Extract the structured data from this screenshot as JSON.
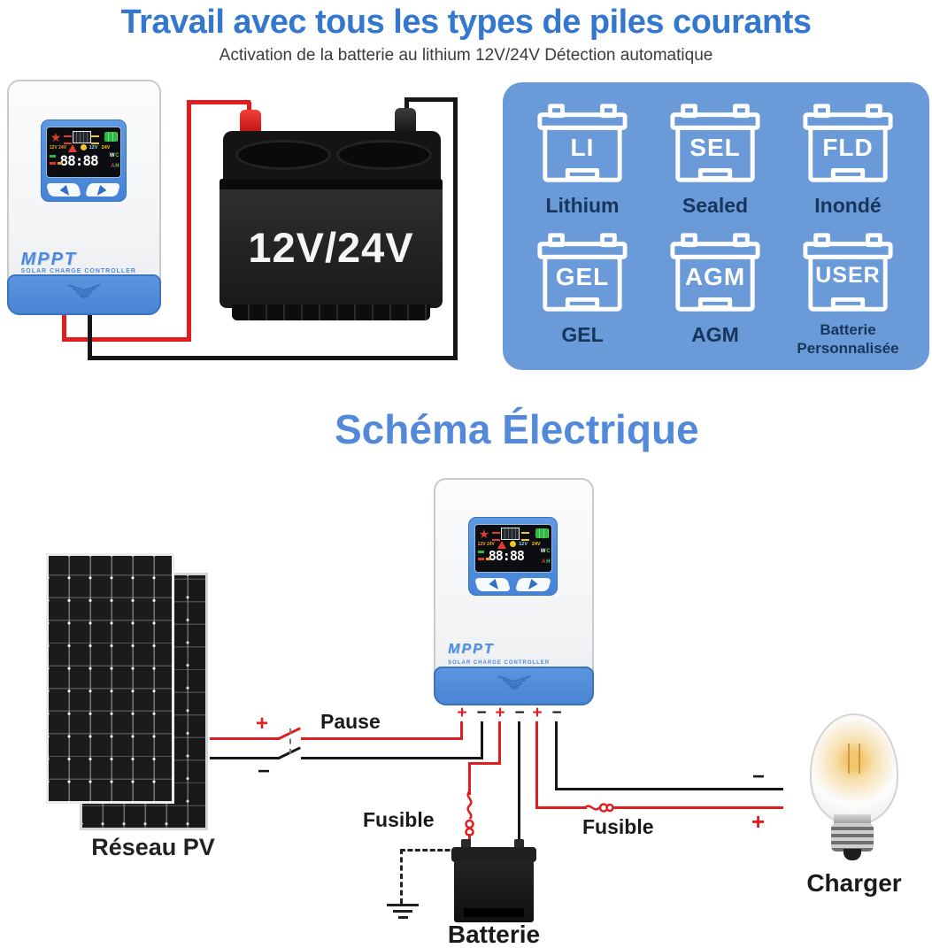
{
  "header": {
    "title": "Travail avec tous les types de piles courants",
    "subtitle": "Activation de la batterie au lithium 12V/24V Détection automatique"
  },
  "controller": {
    "brand": "MPPT",
    "brand_sub": "SOLAR CHARGE CONTROLLER",
    "lcd": {
      "time": "88:88",
      "volt_labels": "12V 24V",
      "v12": "12V",
      "v24": "24V",
      "w": "W",
      "c": "C",
      "a": "A",
      "h": "H"
    }
  },
  "battery_main": {
    "label": "12V/24V"
  },
  "battery_types": {
    "items": [
      {
        "code": "LI",
        "label": "Lithium"
      },
      {
        "code": "SEL",
        "label": "Sealed"
      },
      {
        "code": "FLD",
        "label": "Inondé"
      },
      {
        "code": "GEL",
        "label": "GEL"
      },
      {
        "code": "AGM",
        "label": "AGM"
      },
      {
        "code": "USER",
        "label": "Batterie Personnalisée"
      }
    ]
  },
  "schematic": {
    "title": "Schéma Électrique",
    "pv_label": "Réseau PV",
    "pause_label": "Pause",
    "fuse1_label": "Fusible",
    "fuse2_label": "Fusible",
    "battery_label": "Batterie",
    "charger_label": "Charger",
    "pv_plus": "+",
    "pv_minus": "−",
    "load_plus": "+",
    "load_minus": "−",
    "terminals": [
      "+",
      "−",
      "+",
      "−",
      "+",
      "−"
    ]
  },
  "icons": {
    "sun-icon": "red star (solar input)",
    "solar-panel-icon": "PV module glyph",
    "battery-level-icon": "green battery gauge",
    "warning-icon": "red triangle",
    "bulb-icon": "load indicator",
    "left-arrow-button": "◀",
    "right-arrow-button": "▶",
    "vent-icon": "chevron vent",
    "ground-icon": "earth ground",
    "fuse-icon": "inline fuse loop"
  },
  "colors": {
    "title_blue": "#3377cf",
    "section_title_blue": "#5389da",
    "panel_blue": "#6b9ad8",
    "label_navy": "#16365c",
    "controller_blue": "#4d88d8",
    "wire_red": "#e01e20",
    "wire_black": "#161616"
  }
}
